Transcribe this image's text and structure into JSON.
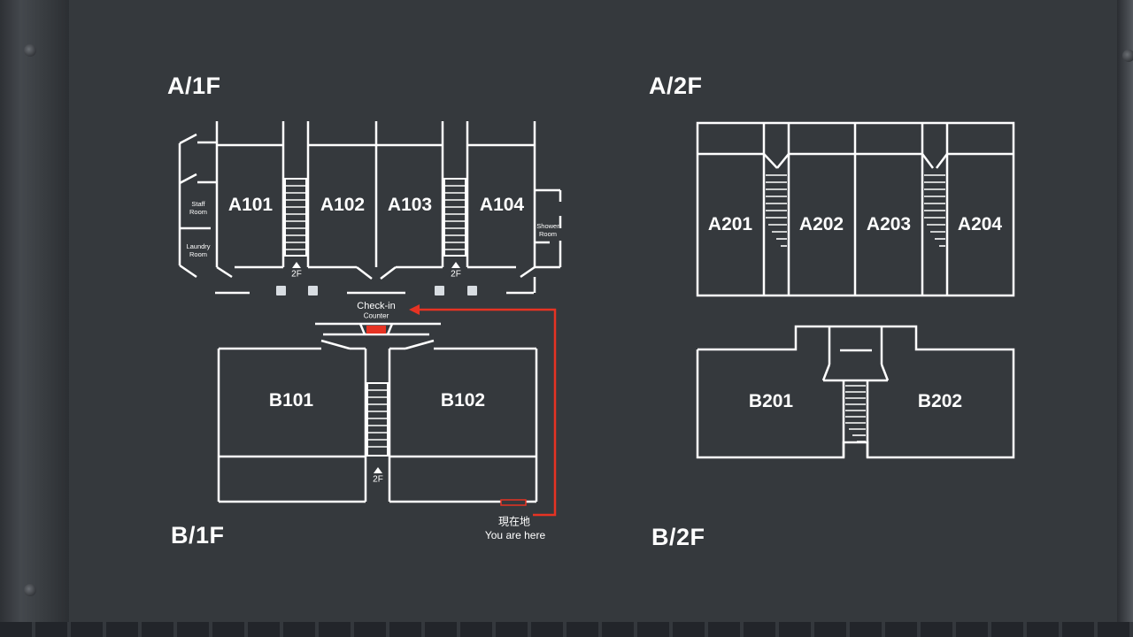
{
  "floors": {
    "a1f": "A/1F",
    "a2f": "A/2F",
    "b1f": "B/1F",
    "b2f": "B/2F"
  },
  "rooms": {
    "a101": "A101",
    "a102": "A102",
    "a103": "A103",
    "a104": "A104",
    "a201": "A201",
    "a202": "A202",
    "a203": "A203",
    "a204": "A204",
    "b101": "B101",
    "b102": "B102",
    "b201": "B201",
    "b202": "B202"
  },
  "facilities": {
    "staff_1": "Staff",
    "staff_2": "Room",
    "laundry_1": "Laundry",
    "laundry_2": "Room",
    "shower_1": "Shower",
    "shower_2": "Room"
  },
  "upstairs": "2F",
  "checkin": {
    "title": "Check-in",
    "sub": "Counter"
  },
  "you_are_here": {
    "ja": "現在地",
    "en": "You are here"
  },
  "colors": {
    "panel": "#35393d",
    "lines": "#ffffff",
    "route": "#e63323",
    "marker": "#e63323"
  }
}
